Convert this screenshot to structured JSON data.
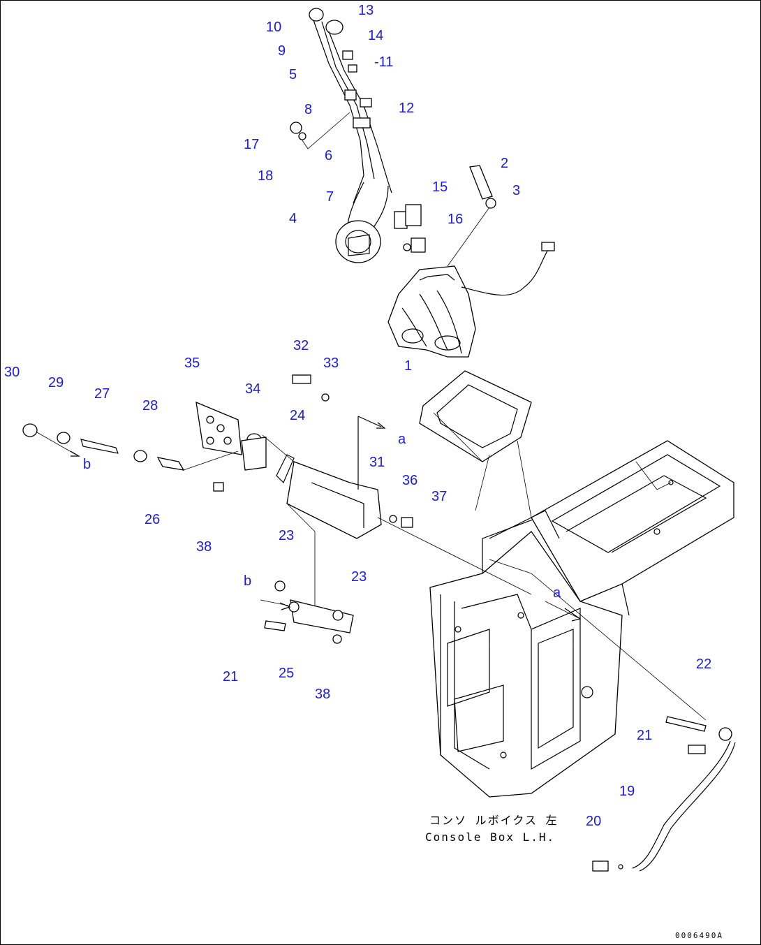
{
  "diagram": {
    "part_labels": [
      {
        "id": "l10",
        "text": "10"
      },
      {
        "id": "l13",
        "text": "13"
      },
      {
        "id": "l9",
        "text": "9"
      },
      {
        "id": "l14",
        "text": "14"
      },
      {
        "id": "l5",
        "text": "5"
      },
      {
        "id": "l11",
        "text": "-11"
      },
      {
        "id": "l8",
        "text": "8"
      },
      {
        "id": "l12",
        "text": "12"
      },
      {
        "id": "l17",
        "text": "17"
      },
      {
        "id": "l6",
        "text": "6"
      },
      {
        "id": "l18",
        "text": "18"
      },
      {
        "id": "l2",
        "text": "2"
      },
      {
        "id": "l3",
        "text": "3"
      },
      {
        "id": "l7",
        "text": "7"
      },
      {
        "id": "l15",
        "text": "15"
      },
      {
        "id": "l4",
        "text": "4"
      },
      {
        "id": "l16",
        "text": "16"
      },
      {
        "id": "l1",
        "text": "1"
      },
      {
        "id": "l32",
        "text": "32"
      },
      {
        "id": "l33",
        "text": "33"
      },
      {
        "id": "l35",
        "text": "35"
      },
      {
        "id": "l30",
        "text": "30"
      },
      {
        "id": "l29",
        "text": "29"
      },
      {
        "id": "l34",
        "text": "34"
      },
      {
        "id": "l27",
        "text": "27"
      },
      {
        "id": "l28",
        "text": "28"
      },
      {
        "id": "l24",
        "text": "24"
      },
      {
        "id": "la1",
        "text": "a"
      },
      {
        "id": "lb1",
        "text": "b"
      },
      {
        "id": "l31",
        "text": "31"
      },
      {
        "id": "l36",
        "text": "36"
      },
      {
        "id": "l37",
        "text": "37"
      },
      {
        "id": "l26",
        "text": "26"
      },
      {
        "id": "l38a",
        "text": "38"
      },
      {
        "id": "l23a",
        "text": "23"
      },
      {
        "id": "l23b",
        "text": "23"
      },
      {
        "id": "lb2",
        "text": "b"
      },
      {
        "id": "la2",
        "text": "a"
      },
      {
        "id": "l21a",
        "text": "21"
      },
      {
        "id": "l25",
        "text": "25"
      },
      {
        "id": "l38b",
        "text": "38"
      },
      {
        "id": "l22",
        "text": "22"
      },
      {
        "id": "l21b",
        "text": "21"
      },
      {
        "id": "l19",
        "text": "19"
      },
      {
        "id": "l20",
        "text": "20"
      }
    ],
    "caption_jp": "コンソ ルボイクス 左",
    "caption_en": "Console Box L.H.",
    "drawing_code": "0006490A"
  }
}
